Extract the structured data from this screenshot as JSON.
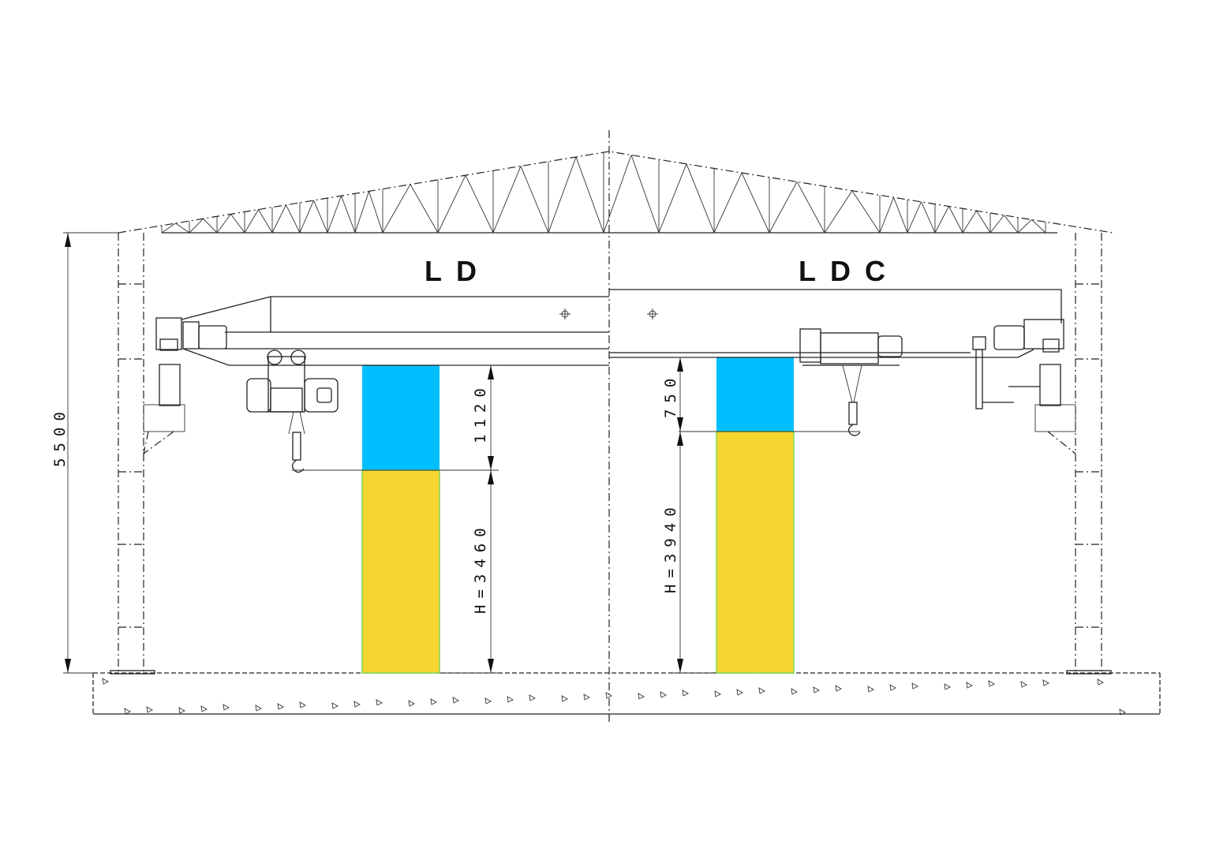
{
  "labels": {
    "left_crane": "LD",
    "right_crane": "LDC"
  },
  "dimensions": {
    "total_height": "5500",
    "left_hook_clearance": "1120",
    "left_lift_height": "H=3460",
    "right_hook_clearance": "750",
    "right_lift_height": "H=3940"
  },
  "colors": {
    "clearance_zone": "#00BFFF",
    "lift_zone": "#F7D531",
    "zone_outline": "#7ED957",
    "lines": "#222222"
  }
}
